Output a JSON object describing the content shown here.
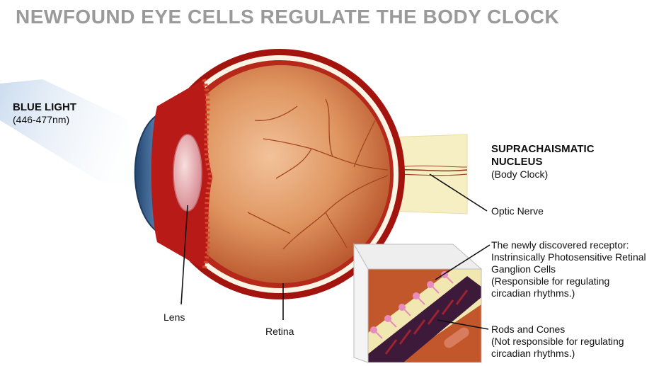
{
  "title": "NEWFOUND EYE CELLS REGULATE THE BODY CLOCK",
  "blue_light": {
    "heading": "BLUE LIGHT",
    "range": "(446-477nm)"
  },
  "scn": {
    "line1": "SUPRACHAISMATIC",
    "line2": "NUCLEUS",
    "sub": "(Body Clock)"
  },
  "labels": {
    "optic_nerve": "Optic Nerve",
    "lens": "Lens",
    "retina": "Retina"
  },
  "receptor": {
    "line1": "The newly discovered receptor:",
    "line2": "Instrinsically Photosensitive Retinal",
    "line3": "Ganglion Cells",
    "line4": "(Responsible for regulating",
    "line5": "circadian rhythms.)"
  },
  "rods": {
    "line1": "Rods and Cones",
    "line2": "(Not responsible for regulating",
    "line3": "circadian rhythms.)"
  },
  "colors": {
    "title": "#9a9a9a",
    "sclera_red": "#a3140f",
    "eye_orange": "#d98a52",
    "nerve_cream": "#f6efc3",
    "cornea_blue": "#2f5b8c",
    "light_blue": "#b7cde6",
    "receptor_pink": "#e78cc0"
  }
}
